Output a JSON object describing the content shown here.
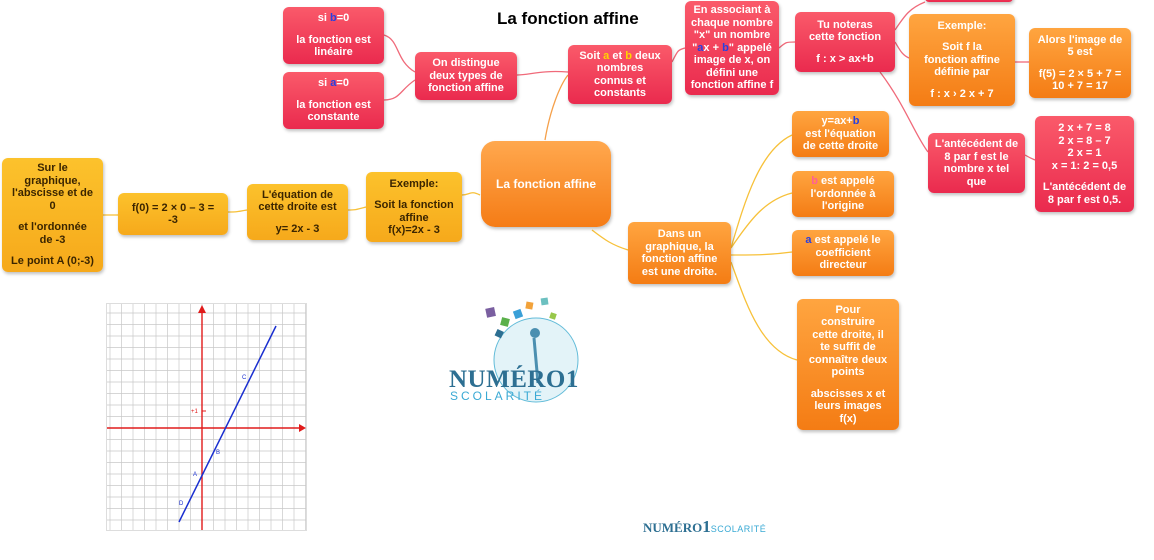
{
  "title": "La fonction affine",
  "center": "La fonction affine",
  "left_branch": {
    "example": [
      "Exemple:",
      "Soit la fonction",
      "affine",
      "f(x)=2x - 3"
    ],
    "equation": [
      "L'équation de",
      "cette droite est",
      "y= 2x - 3"
    ],
    "calc": [
      "f(0) = 2 × 0 – 3 =",
      "-3"
    ],
    "point": [
      "Sur le",
      "graphique,",
      "l'abscisse et de",
      "0",
      "et l'ordonnée",
      "de -3",
      "Le point A (0;-3)"
    ]
  },
  "definition_branch": {
    "two_types": [
      "On distingue",
      "deux types de",
      "fonction affine"
    ],
    "lineaire": {
      "si": "si ",
      "var": "b",
      "cond": "=0",
      "text": [
        "la fonction est",
        "linéaire"
      ]
    },
    "constante": {
      "si": "si ",
      "var": "a",
      "cond": "=0",
      "text": [
        "la fonction est",
        "constante"
      ]
    },
    "soit": {
      "pre": "Soit ",
      "a": "a",
      "mid": " et ",
      "b": "b",
      "post": " deux",
      "lines": [
        "nombres",
        "connus et",
        "constants"
      ]
    },
    "associant": {
      "l1": "En associant à",
      "l2": "chaque nombre",
      "l3": "\"x\" un nombre",
      "l4q1": "\"",
      "l4a": "a",
      "l4x": "x + ",
      "l4b": "b",
      "l4q2": "\" appelé",
      "l5": "image de x, on",
      "l6": "défini une",
      "l7": "fonction affine f"
    },
    "noteras": [
      "Tu noteras",
      "cette fonction",
      "f : x    >   ax+b"
    ],
    "example": [
      "Exemple:",
      "Soit f la",
      "fonction affine",
      "définie par",
      "f : x   › 2 x + 7"
    ],
    "image": [
      "Alors l'image de",
      "5 est",
      "f(5) = 2 × 5 + 7 =",
      "10 + 7 = 17"
    ],
    "antecedent": [
      "L'antécédent de",
      "8 par f est le",
      "nombre x  tel",
      "que"
    ],
    "resolution": [
      "2 x  + 7 = 8",
      "2 x  = 8 – 7",
      "2 x  = 1",
      "x  = 1: 2 = 0,5",
      "L'antécédent de",
      "8 par f est 0,5."
    ]
  },
  "graph_branch": {
    "droite": [
      "Dans un",
      "graphique, la",
      "fonction affine",
      "est une droite."
    ],
    "equation": {
      "l1a": "y=ax+",
      "l1b": "b",
      "l2": "est l'équation",
      "l3": "de cette droite"
    },
    "b_ordonnee": {
      "var": "b",
      "l1": " est appelé",
      "l2": "l'ordonnée à",
      "l3": "l'origine"
    },
    "a_coef": {
      "var": "a",
      "l1": " est appelé   le",
      "l2": "coefficient",
      "l3": "directeur"
    },
    "construire": [
      "Pour",
      "construire",
      "cette droite, il",
      "te suffit de",
      "connaître deux",
      "points",
      "abscisses x et",
      "leurs images",
      "f(x)"
    ]
  },
  "logo": {
    "word": "NUMÉRO1",
    "sub": "SCOLARITÉ"
  },
  "footer_logo": {
    "a": "NUMÉRO",
    "b": "1",
    "c": "SCOLARITÉ"
  },
  "graph": {
    "tick_label": "+1",
    "points": [
      "A",
      "B",
      "C",
      "D"
    ]
  },
  "colors": {
    "yellow": "#f8b222",
    "orange": "#f5841c",
    "pink": "#ef3b58",
    "link_yellow": "#f7c13a",
    "link_pink": "#f06a7a",
    "link_orange": "#f5a04a",
    "axis": "#e01b1b",
    "line": "#1a2fd0"
  }
}
